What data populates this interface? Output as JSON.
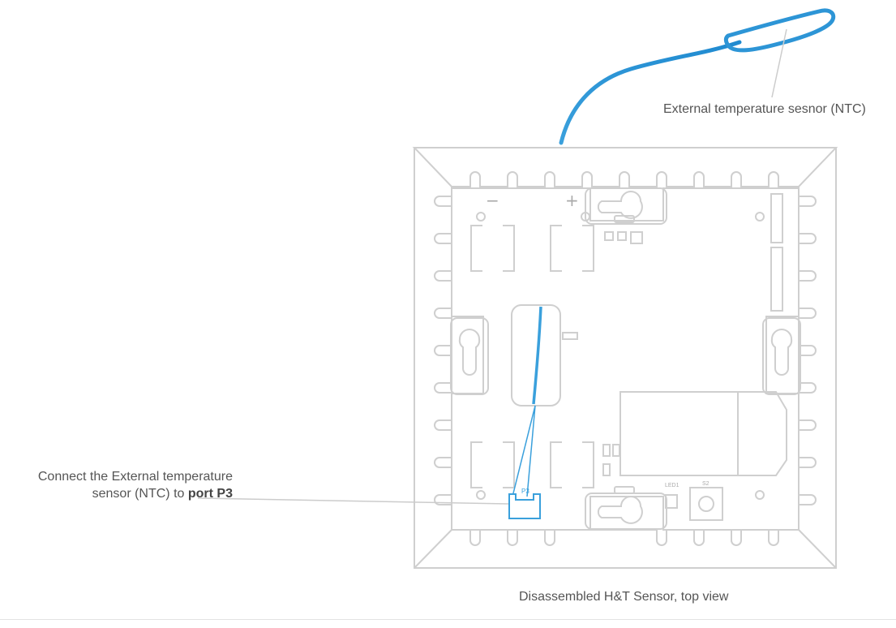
{
  "labels": {
    "external_sensor": "External temperature sesnor (NTC)",
    "connect_line1": "Connect the External temperature",
    "connect_line2_prefix": "sensor (NTC) to ",
    "connect_line2_bold": "port P3",
    "caption": "Disassembled H&T Sensor, top view"
  },
  "pcb_marks": {
    "minus": "−",
    "plus": "+",
    "port": "P3",
    "led": "LED1",
    "switch": "S2"
  },
  "colors": {
    "outline": "#cfcfcf",
    "cable": "#3aa0dc",
    "text": "#555555"
  }
}
